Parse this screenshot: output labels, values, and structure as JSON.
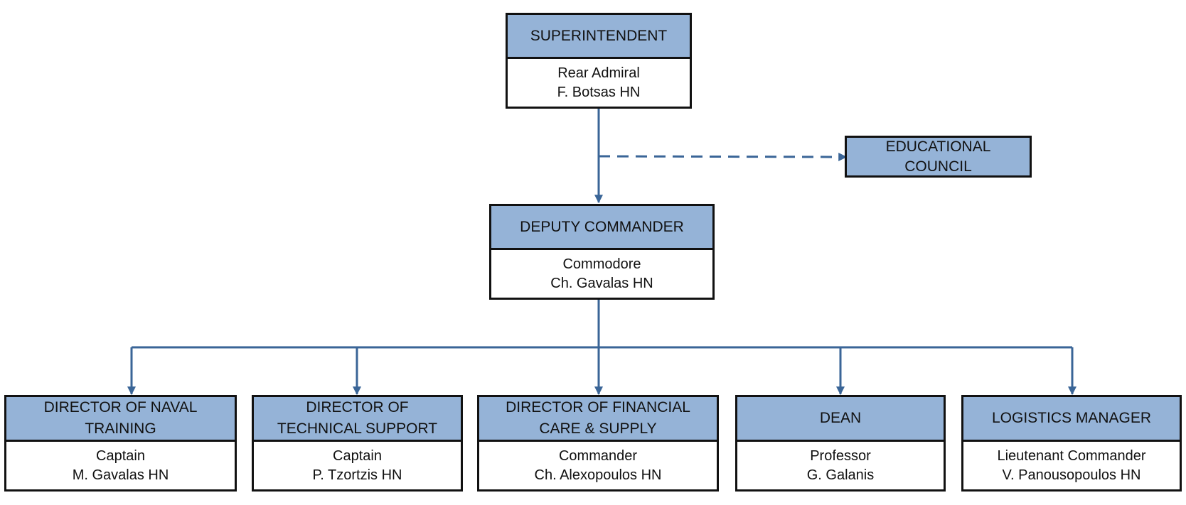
{
  "nodes": {
    "superintendent": {
      "title": "SUPERINTENDENT",
      "rank": "Rear Admiral",
      "person": "F. Botsas HN"
    },
    "educational_council": {
      "title_line1": "EDUCATIONAL",
      "title_line2": "COUNCIL"
    },
    "deputy_commander": {
      "title": "DEPUTY COMMANDER",
      "rank": "Commodore",
      "person": "Ch. Gavalas HN"
    },
    "director_naval_training": {
      "title_line1": "DIRECTOR OF NAVAL",
      "title_line2": "TRAINING",
      "rank": "Captain",
      "person": "M. Gavalas HN"
    },
    "director_technical_support": {
      "title_line1": "DIRECTOR OF",
      "title_line2": "TECHNICAL SUPPORT",
      "rank": "Captain",
      "person": "P. Tzortzis HN"
    },
    "director_financial_care": {
      "title_line1": "DIRECTOR OF FINANCIAL",
      "title_line2": "CARE & SUPPLY",
      "rank": "Commander",
      "person": "Ch. Alexopoulos HN"
    },
    "dean": {
      "title": "DEAN",
      "rank": "Professor",
      "person": "G. Galanis"
    },
    "logistics_manager": {
      "title": "LOGISTICS MANAGER",
      "rank": "Lieutenant Commander",
      "person": "V. Panousopoulos HN"
    }
  },
  "colors": {
    "header_fill": "#95b3d7",
    "connector": "#3a6597",
    "border": "#111111"
  }
}
